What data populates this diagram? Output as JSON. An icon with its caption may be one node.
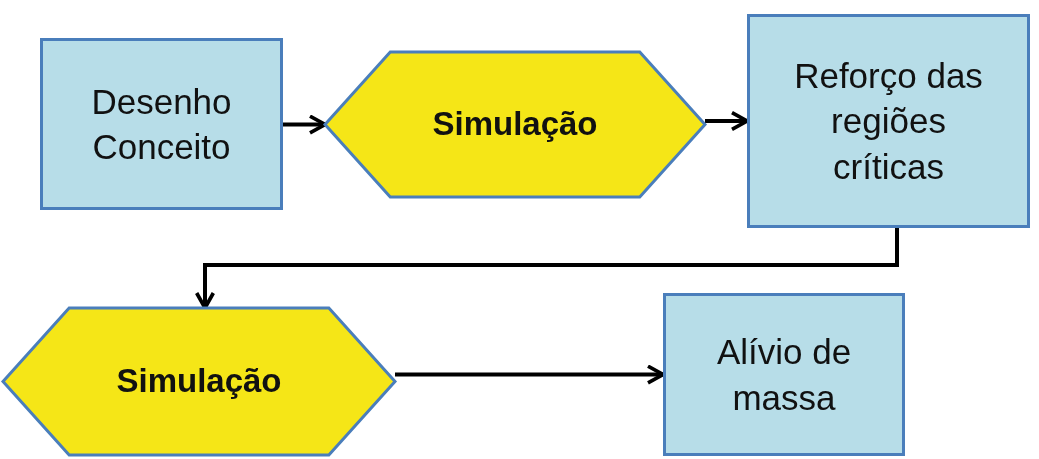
{
  "diagram": {
    "nodes": [
      {
        "text": [
          "Desenho Conceito"
        ]
      },
      {
        "text": [
          "Simulação"
        ]
      },
      {
        "text": [
          "Reforço das regiões críticas"
        ]
      },
      {
        "text": [
          "Simulação"
        ]
      },
      {
        "text": [
          "Alívio de massa"
        ]
      }
    ],
    "edges": [
      {
        "from": 0,
        "to": 1,
        "arrow": "to"
      },
      {
        "from": 1,
        "to": 2,
        "arrow": "to"
      },
      {
        "from": 2,
        "to": 3,
        "arrow": "to"
      },
      {
        "from": 3,
        "to": 4,
        "arrow": "to"
      }
    ]
  }
}
